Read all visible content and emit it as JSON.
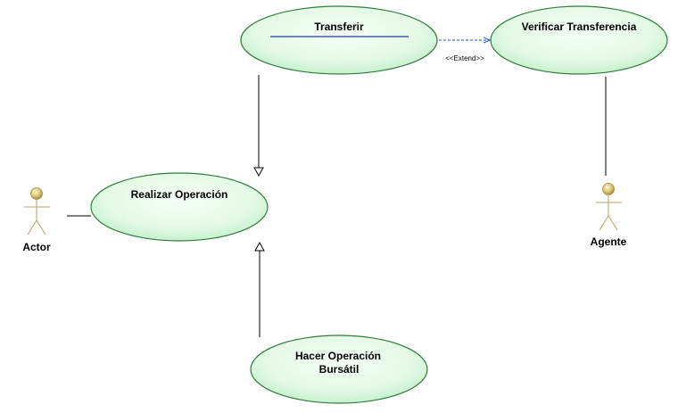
{
  "diagram": {
    "type": "uml-use-case",
    "colors": {
      "usecase_fill": "#e3f9e5",
      "usecase_fill_edge": "#c6f0cc",
      "usecase_stroke": "#2e7d3a",
      "actor_head": "#c9b45a",
      "actor_stroke": "#b8a060",
      "line": "#000000",
      "extend_line": "#1f4fbf"
    },
    "actors": {
      "actor": {
        "label": "Actor"
      },
      "agente": {
        "label": "Agente"
      }
    },
    "use_cases": {
      "transferir": {
        "label": "Transferir"
      },
      "verificar": {
        "label": "Verificar Transferencia"
      },
      "realizar": {
        "label": "Realizar Operación"
      },
      "hacer_line1": {
        "label": "Hacer Operación"
      },
      "hacer_line2": {
        "label": "Bursátil"
      }
    },
    "relationships": {
      "extend": {
        "stereotype": "<<Extend>>",
        "from": "Transferir",
        "to": "Verificar Transferencia"
      },
      "generalizations": [
        {
          "child": "Transferir",
          "parent": "Realizar Operación"
        },
        {
          "child": "Hacer Operación Bursátil",
          "parent": "Realizar Operación"
        }
      ],
      "associations": [
        {
          "actor": "Actor",
          "use_case": "Realizar Operación"
        },
        {
          "actor": "Agente",
          "use_case": "Verificar Transferencia"
        }
      ]
    }
  }
}
